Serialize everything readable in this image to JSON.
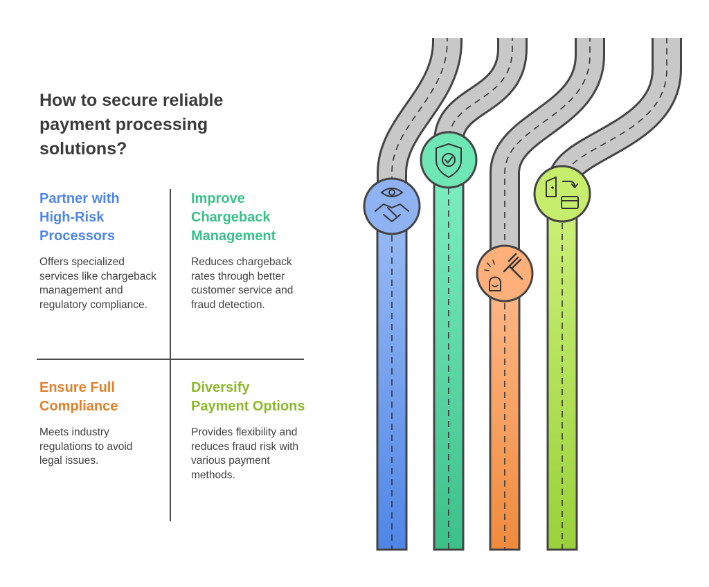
{
  "title": "How to secure reliable payment processing solutions?",
  "items": [
    {
      "heading": "Partner with High-Risk Processors",
      "description": "Offers specialized services like chargeback management and regulatory compliance.",
      "color": "#5b8ee6",
      "icon": "handshake-eye-icon"
    },
    {
      "heading": "Improve Chargeback Management",
      "description": "Reduces chargeback rates through better customer service and fraud detection.",
      "color": "#3cc08a",
      "icon": "shield-check-icon"
    },
    {
      "heading": "Ensure Full Compliance",
      "description": "Meets industry regulations to avoid legal issues.",
      "color": "#e8863a",
      "icon": "gavel-icon"
    },
    {
      "heading": "Diversify Payment Options",
      "description": "Provides flexibility and reduces fraud risk with various payment methods.",
      "color": "#8cbf2a",
      "icon": "wallet-card-icon"
    }
  ]
}
